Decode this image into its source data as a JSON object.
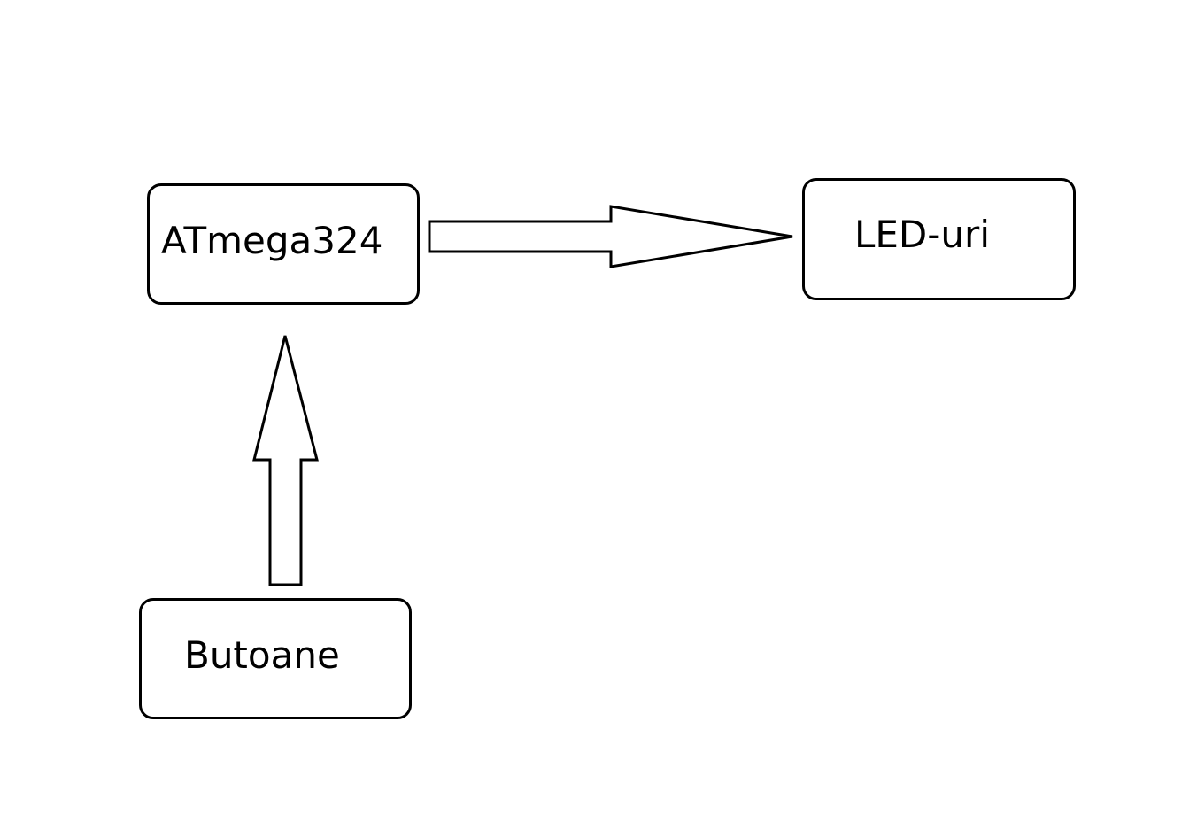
{
  "blocks": {
    "microcontroller": {
      "label": "ATmega324"
    },
    "outputs": {
      "label": "LED-uri"
    },
    "inputs": {
      "label": "Butoane"
    }
  },
  "connections": [
    {
      "from": "inputs",
      "to": "microcontroller",
      "style": "hollow-block-arrow",
      "direction": "up"
    },
    {
      "from": "microcontroller",
      "to": "outputs",
      "style": "hollow-block-arrow",
      "direction": "right"
    }
  ],
  "colors": {
    "stroke": "#000000",
    "fill": "#ffffff",
    "background": "#ffffff"
  }
}
